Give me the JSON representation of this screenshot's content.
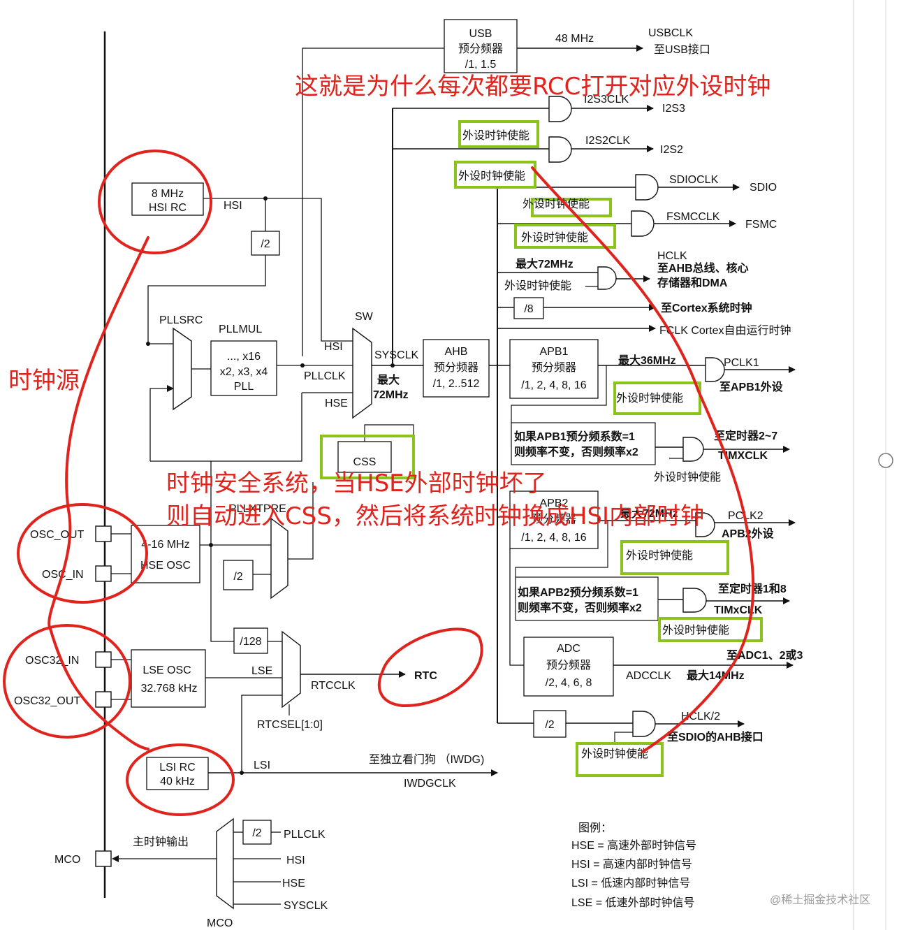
{
  "usb": {
    "line1": "USB",
    "line2": "预分频器",
    "line3": "/1, 1.5",
    "freq": "48 MHz",
    "out": "USBCLK",
    "dest": "至USB接口"
  },
  "i2s": {
    "i2s3clk": "I2S3CLK",
    "i2s3": "I2S3",
    "i2s2clk": "I2S2CLK",
    "i2s2": "I2S2"
  },
  "sdio": {
    "clk": "SDIOCLK",
    "dest": "SDIO"
  },
  "fsmc": {
    "clk": "FSMCCLK",
    "dest": "FSMC"
  },
  "hclk": {
    "max": "最大72MHz",
    "name": "HCLK",
    "dest1": "至AHB总线、核心",
    "dest2": "存储器和DMA",
    "div8": "/8",
    "cortex": "至Cortex系统时钟",
    "fclk": "FCLK Cortex自由运行时钟"
  },
  "hsi": {
    "line1": "8 MHz",
    "line2": "HSI RC",
    "label": "HSI",
    "div2": "/2"
  },
  "pll": {
    "src": "PLLSRC",
    "mul": "PLLMUL",
    "line1": "..., x16",
    "line2": "x2, x3, x4",
    "line3": "PLL",
    "pllclk": "PLLCLK",
    "xtpre": "PLLXTPRE"
  },
  "sw": {
    "label": "SW",
    "hsi": "HSI",
    "pllclk": "PLLCLK",
    "hse": "HSE",
    "sysclk": "SYSCLK",
    "max1": "最大",
    "max2": "72MHz"
  },
  "ahb": {
    "line1": "AHB",
    "line2": "预分频器",
    "line3": "/1, 2..512"
  },
  "apb1": {
    "line1": "APB1",
    "line2": "预分频器",
    "line3": "/1, 2, 4, 8, 16",
    "max": "最大36MHz",
    "pclk": "PCLK1",
    "dest": "至APB1外设",
    "note1": "如果APB1预分频系数=1",
    "note2": "则频率不变，否则频率x2",
    "tim": "至定时器2~7",
    "timclk": "TIMXCLK"
  },
  "apb2": {
    "line1": "APB2",
    "line2": "预分频器",
    "line3": "/1, 2, 4, 8, 16",
    "max": "最大72MHz",
    "pclk": "PCLK2",
    "dest": "APB2外设",
    "note1": "如果APB2预分频系数=1",
    "note2": "则频率不变，否则频率x2",
    "tim": "至定时器1和8",
    "timclk": "TIMxCLK"
  },
  "adc": {
    "line1": "ADC",
    "line2": "预分频器",
    "line3": "/2, 4, 6, 8",
    "clk": "ADCCLK",
    "max": "最大14MHz",
    "dest": "至ADC1、2或3"
  },
  "sdio_ahb": {
    "div": "/2",
    "clk": "HCLK/2",
    "dest": "至SDIO的AHB接口"
  },
  "css": {
    "label": "CSS"
  },
  "hse": {
    "line1": "4-16 MHz",
    "line2": "HSE OSC",
    "osc_out": "OSC_OUT",
    "osc_in": "OSC_IN",
    "div2": "/2"
  },
  "lse": {
    "line1": "LSE OSC",
    "line2": "32.768 kHz",
    "osc32_in": "OSC32_IN",
    "osc32_out": "OSC32_OUT",
    "label": "LSE",
    "div128": "/128"
  },
  "rtc": {
    "clk": "RTCCLK",
    "sel": "RTCSEL[1:0]",
    "dest": "RTC"
  },
  "lsi": {
    "line1": "LSI RC",
    "line2": "40 kHz",
    "label": "LSI",
    "iwdg": "至独立看门狗 （IWDG)",
    "iwdgclk": "IWDGCLK"
  },
  "mco": {
    "title": "主时钟输出",
    "pin": "MCO",
    "mux": "MCO",
    "div2": "/2",
    "pllclk": "PLLCLK",
    "hsi": "HSI",
    "hse": "HSE",
    "sysclk": "SYSCLK"
  },
  "enable_label": "外设时钟使能",
  "legend": {
    "title": "图例：",
    "l1": "HSE = 高速外部时钟信号",
    "l2": "HSI = 高速内部时钟信号",
    "l3": "LSI = 低速内部时钟信号",
    "l4": "LSE = 低速外部时钟信号"
  },
  "annotations": {
    "rcc": "这就是为什么每次都要RCC打开对应外设时钟",
    "clock_source": "时钟源",
    "css1": "时钟安全系统，当HSE外部时钟坏了",
    "css2": "则自动进入CSS，然后将系统时钟换成HSI内部时钟"
  },
  "watermark": "@稀土掘金技术社区",
  "colors": {
    "red": "#e0231c",
    "green": "#8ac31a",
    "line": "#111111"
  }
}
